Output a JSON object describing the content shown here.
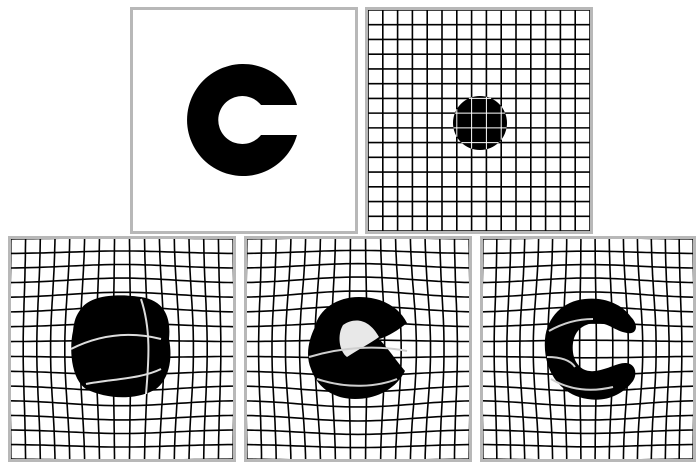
{
  "figure": {
    "panels": [
      {
        "id": "target",
        "content": "c-shape",
        "grid": false
      },
      {
        "id": "source",
        "content": "disc-with-grid",
        "grid": true
      },
      {
        "id": "warp-step-1",
        "content": "deformed-disc",
        "grid": true
      },
      {
        "id": "warp-step-2",
        "content": "deformed-c-partial",
        "grid": true
      },
      {
        "id": "warp-step-3",
        "content": "deformed-c-final",
        "grid": true
      }
    ],
    "colors": {
      "border": "#b8b8b8",
      "shape": "#000000",
      "grid": "#000000",
      "background": "#ffffff"
    },
    "grid_divisions": 15
  }
}
